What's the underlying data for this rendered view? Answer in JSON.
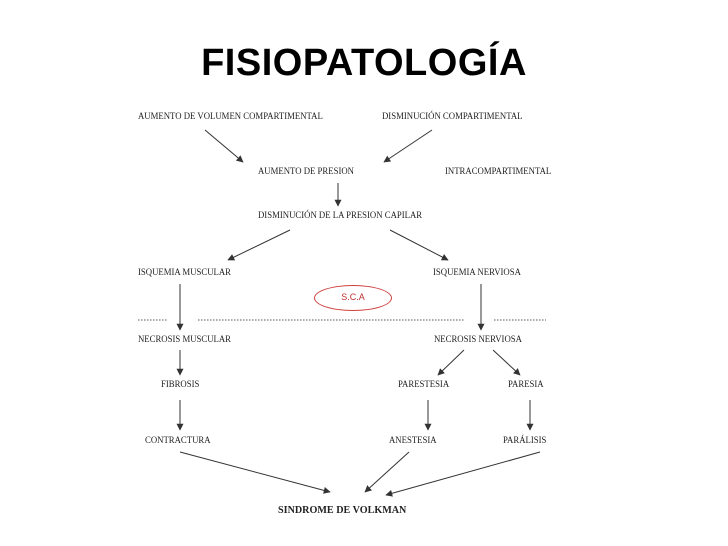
{
  "slide": {
    "title": "FISIOPATOLOGÍA"
  },
  "diagram": {
    "nodes": {
      "aumento_volumen": "AUMENTO DE VOLUMEN COMPARTIMENTAL",
      "disminucion_compartimental": "DISMINUCIÓN COMPARTIMENTAL",
      "aumento_presion": "AUMENTO DE PRESION",
      "intracompartimental": "INTRACOMPARTIMENTAL",
      "disminucion_presion_capilar": "DISMINUCIÓN DE LA PRESION CAPILAR",
      "isquemia_muscular": "ISQUEMIA MUSCULAR",
      "isquemia_nerviosa": "ISQUEMIA NERVIOSA",
      "sca": "S.C.A",
      "necrosis_muscular": "NECROSIS MUSCULAR",
      "necrosis_nerviosa": "NECROSIS NERVIOSA",
      "fibrosis": "FIBROSIS",
      "parestesia": "PARESTESIA",
      "paresia": "PARESIA",
      "contractura": "CONTRACTURA",
      "anestesia": "ANESTESIA",
      "paralisis": "PARÁLISIS",
      "sindrome_volkman": "SINDROME DE VOLKMAN"
    },
    "colors": {
      "line": "#333333",
      "sca_outline": "#d04040",
      "sca_text": "#c03030"
    }
  }
}
